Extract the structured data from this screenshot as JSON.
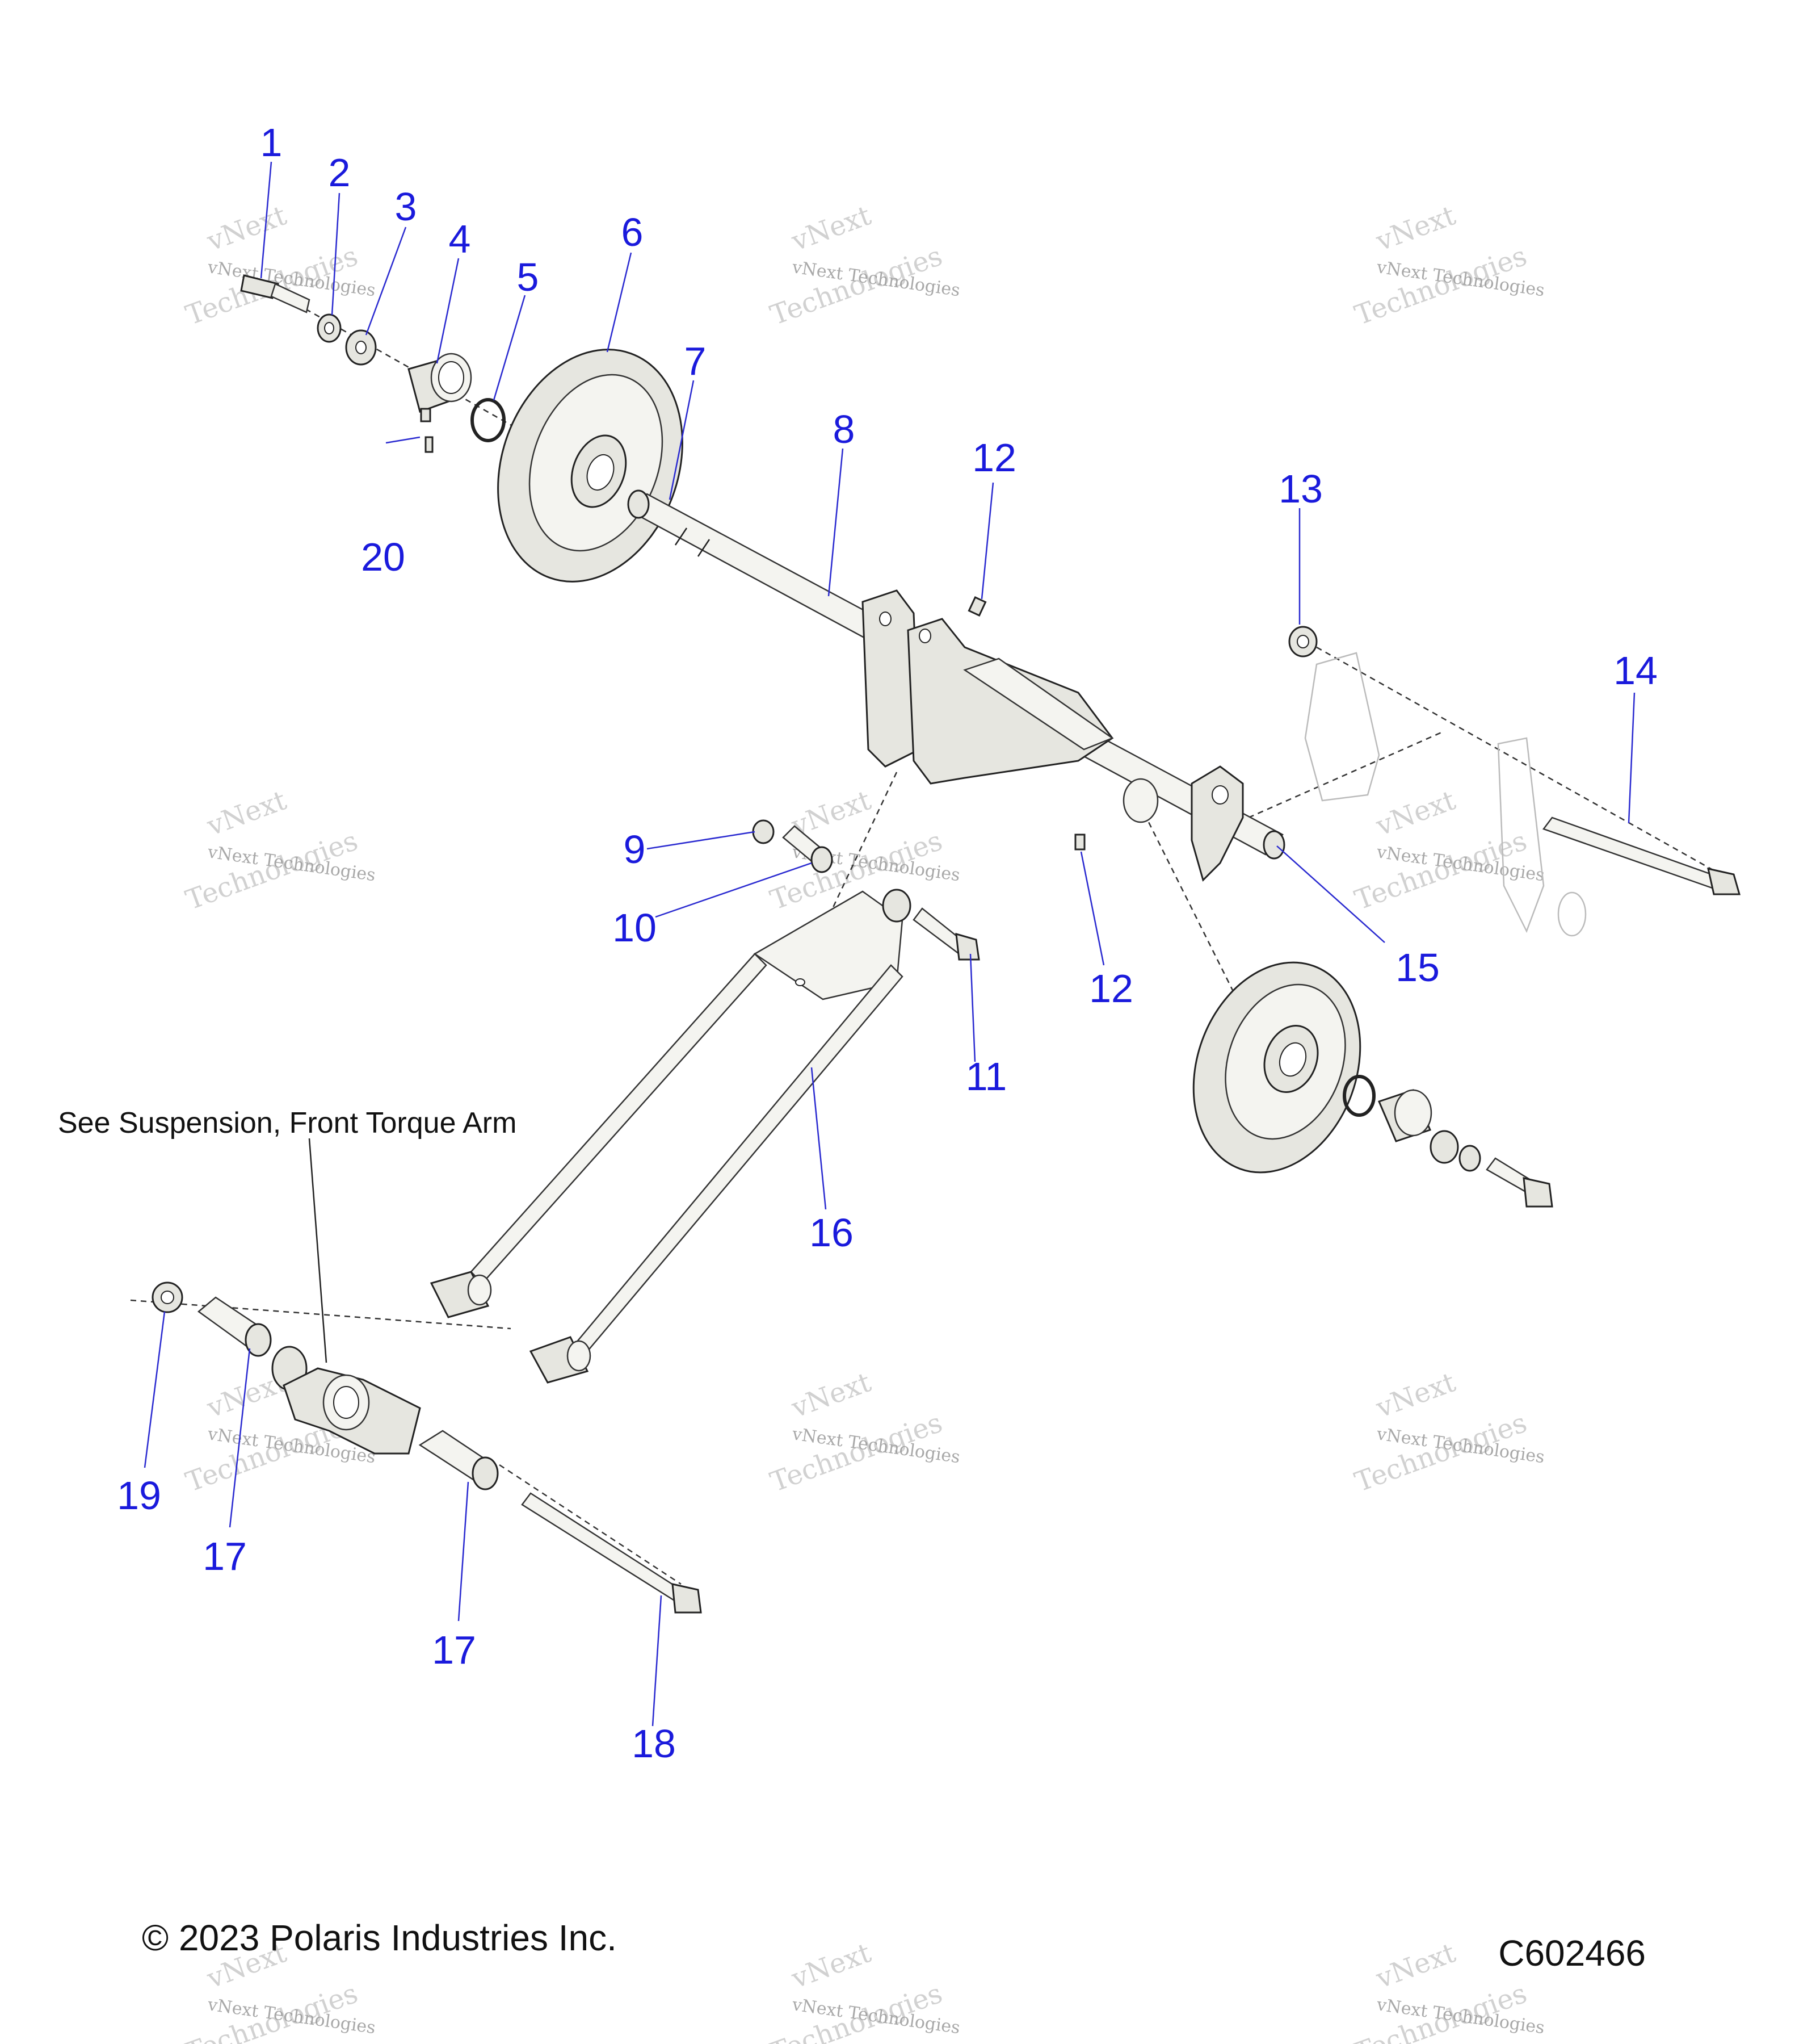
{
  "diagram": {
    "callouts": [
      {
        "id": "c1",
        "label": "1"
      },
      {
        "id": "c2",
        "label": "2"
      },
      {
        "id": "c3",
        "label": "3"
      },
      {
        "id": "c4",
        "label": "4"
      },
      {
        "id": "c5",
        "label": "5"
      },
      {
        "id": "c6",
        "label": "6"
      },
      {
        "id": "c7",
        "label": "7"
      },
      {
        "id": "c8",
        "label": "8"
      },
      {
        "id": "c9",
        "label": "9"
      },
      {
        "id": "c10",
        "label": "10"
      },
      {
        "id": "c11",
        "label": "11"
      },
      {
        "id": "c12a",
        "label": "12"
      },
      {
        "id": "c12b",
        "label": "12"
      },
      {
        "id": "c13",
        "label": "13"
      },
      {
        "id": "c14",
        "label": "14"
      },
      {
        "id": "c15",
        "label": "15"
      },
      {
        "id": "c16",
        "label": "16"
      },
      {
        "id": "c17a",
        "label": "17"
      },
      {
        "id": "c17b",
        "label": "17"
      },
      {
        "id": "c18",
        "label": "18"
      },
      {
        "id": "c19",
        "label": "19"
      },
      {
        "id": "c20",
        "label": "20"
      }
    ],
    "note": "See Suspension, Front Torque Arm",
    "copyright": "© 2023 Polaris Industries Inc.",
    "figure_id": "C602466",
    "watermark": {
      "line1": "vNext",
      "line2": "Technologies",
      "small": "vNext Technologies"
    },
    "colors": {
      "callout": "#1a1adc",
      "line_art": "#222222",
      "part_fill": "#e6e6e0"
    }
  }
}
